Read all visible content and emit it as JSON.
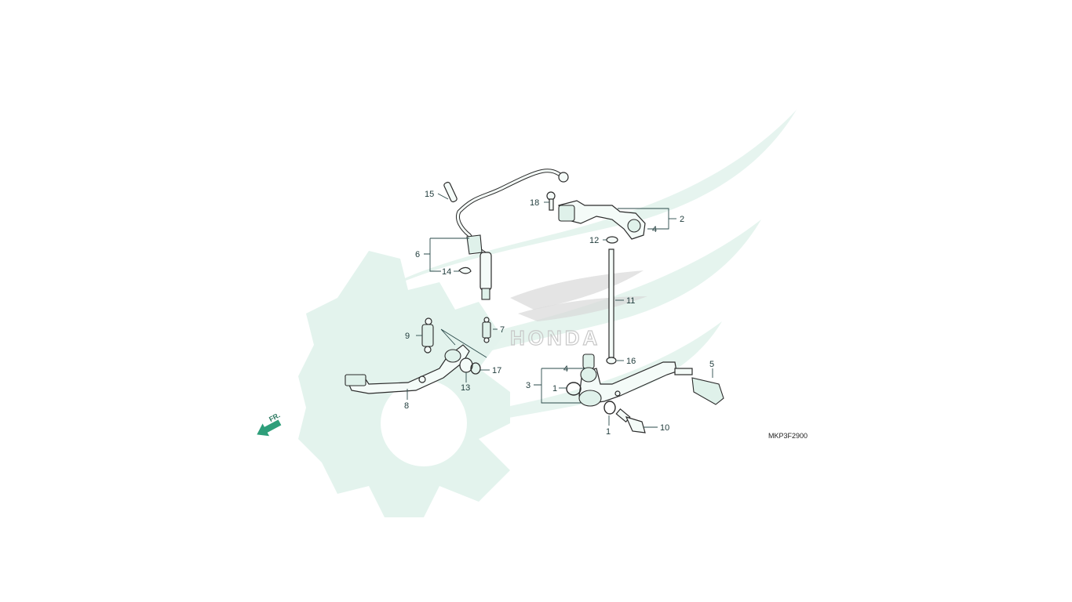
{
  "diagram": {
    "drawing_code": "MKP3F2900",
    "direction_marker": "FR.",
    "watermark_text": "HONDA",
    "accent_color": "#2e9e7a",
    "watermark_color": "#e6f4ef",
    "callouts": [
      "1",
      "1",
      "2",
      "3",
      "4",
      "4",
      "5",
      "6",
      "7",
      "8",
      "9",
      "10",
      "11",
      "12",
      "13",
      "14",
      "15",
      "16",
      "17",
      "18"
    ],
    "labels": {
      "p1a": "1",
      "p1b": "1",
      "p2": "2",
      "p3": "3",
      "p4a": "4",
      "p4b": "4",
      "p5": "5",
      "p6": "6",
      "p7": "7",
      "p8": "8",
      "p9": "9",
      "p10": "10",
      "p11": "11",
      "p12": "12",
      "p13": "13",
      "p14": "14",
      "p15": "15",
      "p16": "16",
      "p17": "17",
      "p18": "18"
    }
  }
}
